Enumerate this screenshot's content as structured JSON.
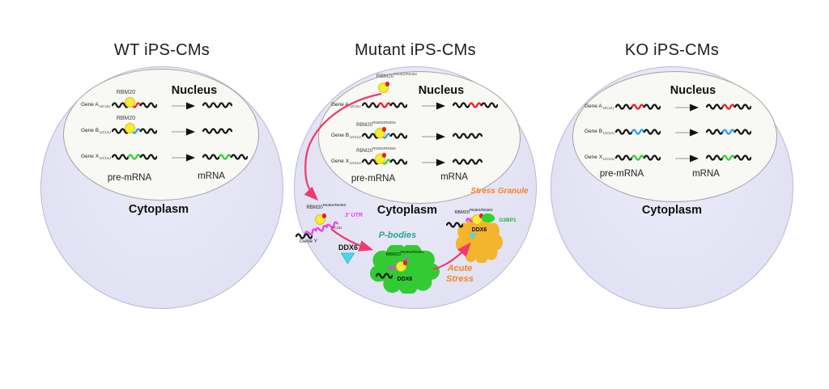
{
  "colors": {
    "title_text": "#1c1c1c",
    "label_text": "#111111",
    "cell_fill": "#e2e2f4",
    "cell_fill_light": "#ececf9",
    "cell_edge": "#b9b9d3",
    "nucleus_fill": "#f8f8f4",
    "nucleus_edge": "#a3a3a3",
    "rna": "#141414",
    "exon_red": "#ee1c24",
    "exon_blue": "#2b9cf2",
    "exon_green": "#2fd32f",
    "protein_yellow": "#f7eb33",
    "protein_edge": "#d4c41a",
    "mutant_dot": "#ea1c24",
    "magenta": "#ee3cee",
    "arrow_pink": "#f1386e",
    "pbody_green": "#33cb33",
    "granule_orange": "#f3b42e",
    "ddx6_cyan": "#47d6e8",
    "teal_text": "#2aa296",
    "orange_text": "#f5831f",
    "g3bp1_green": "#22b23c",
    "gray_line": "#a9a9a9",
    "arrow_head": "#111111"
  },
  "common": {
    "nucleus": "Nucleus",
    "cytoplasm": "Cytoplasm",
    "pre_mrna": "pre-mRNA",
    "mrna": "mRNA",
    "protein": "RBM20",
    "mutation": "R636S/R636S",
    "motif": "UCUU",
    "gene_a": "Gene A",
    "gene_b": "Gene B",
    "gene_x": "Gene X"
  },
  "panels": {
    "wt": {
      "title": "WT iPS-CMs"
    },
    "mutant": {
      "title": "Mutant iPS-CMs"
    },
    "ko": {
      "title": "KO iPS-CMs"
    }
  },
  "scene": {
    "gene_y": "Gene Y",
    "utr": "3' UTR",
    "ddx6": "DDX6",
    "pbodies": "P-bodies",
    "acute_stress": "Acute Stress",
    "stress_granule": "Stress Granule",
    "g3bp1": "G3BP1"
  }
}
